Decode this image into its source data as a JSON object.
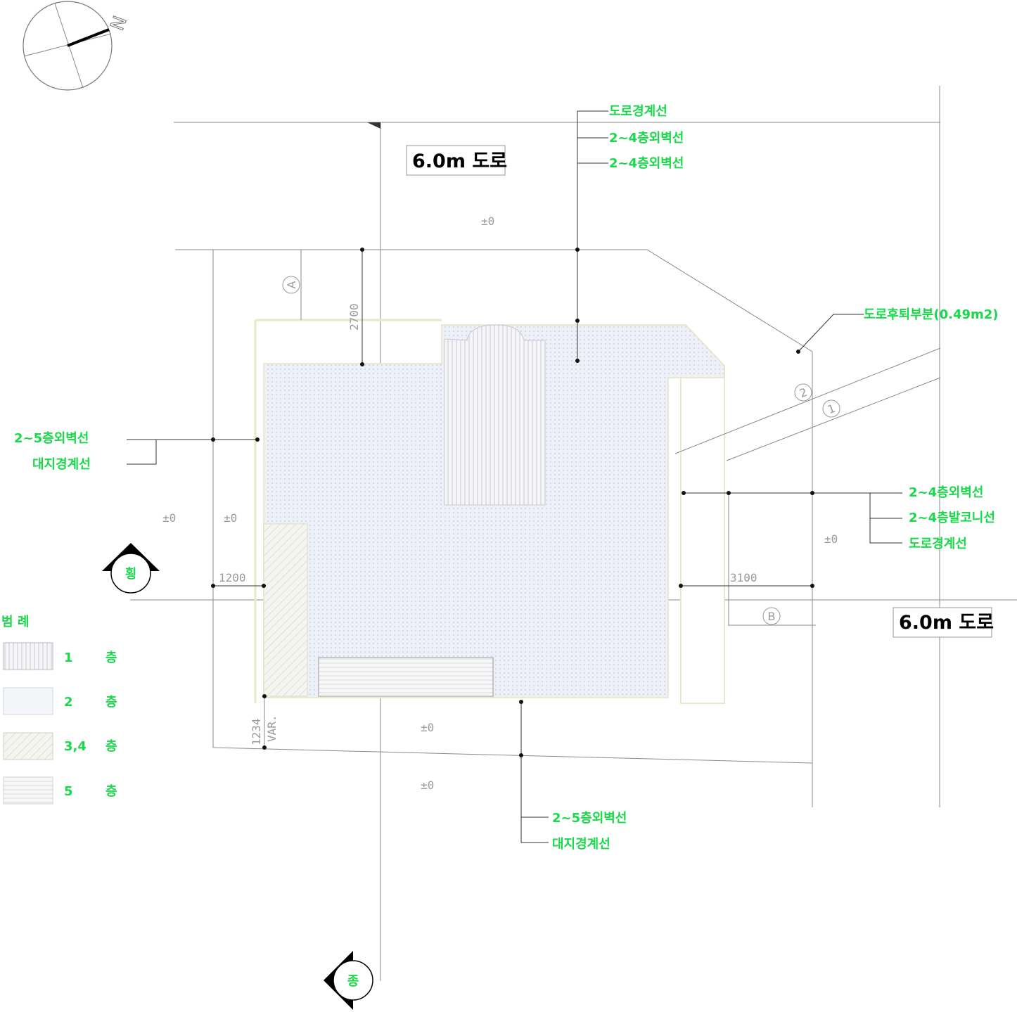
{
  "roads": {
    "north": "6.0m 도로",
    "east": "6.0m 도로"
  },
  "compass": {
    "letter": "N"
  },
  "callouts": {
    "top_1": "도로경계선",
    "top_2": "2~4층외벽선",
    "top_3": "2~4층외벽선",
    "diag": "도로후퇴부분(0.49m2)",
    "left_1": "2~5층외벽선",
    "left_2": "대지경계선",
    "right_1": "2~4층외벽선",
    "right_2": "2~4층발코니선",
    "right_3": "도로경계선",
    "bottom_1": "2~5층외벽선",
    "bottom_2": "대지경계선"
  },
  "dimensions": {
    "d2700": "2700",
    "d1200": "1200",
    "d3100": "3100",
    "d1234": "1234",
    "var": "VAR."
  },
  "levels": {
    "top": "±0",
    "left_outer": "±0",
    "left_inner": "±0",
    "right": "±0",
    "bottom_1": "±0",
    "bottom_2": "±0"
  },
  "markers": {
    "A": "A",
    "B": "B",
    "one": "1",
    "two": "2"
  },
  "section_marks": {
    "west": "횡",
    "south": "종"
  },
  "legend": {
    "title": "범 례",
    "items": [
      {
        "num": "1",
        "unit": "층"
      },
      {
        "num": "2",
        "unit": "층"
      },
      {
        "num": "3,4",
        "unit": "층"
      },
      {
        "num": "5",
        "unit": "층"
      }
    ]
  }
}
